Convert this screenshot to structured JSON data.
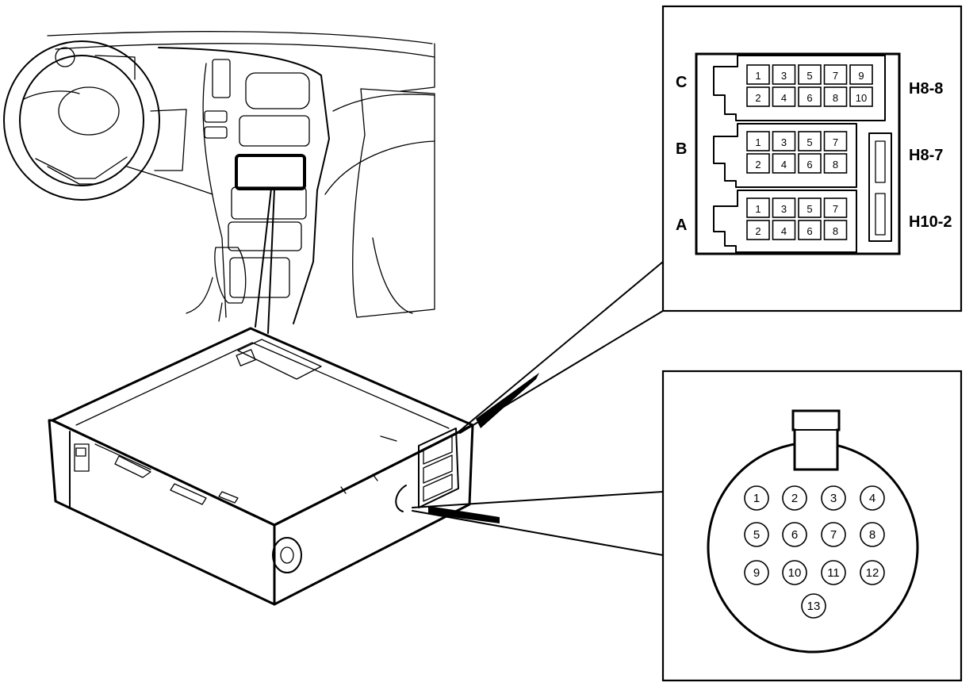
{
  "connector_panel": {
    "rows": [
      {
        "letter": "C",
        "code": "H8-8",
        "top_pins": [
          "1",
          "3",
          "5",
          "7",
          "9"
        ],
        "bottom_pins": [
          "2",
          "4",
          "6",
          "8",
          "10"
        ]
      },
      {
        "letter": "B",
        "code": "H8-7",
        "top_pins": [
          "1",
          "3",
          "5",
          "7"
        ],
        "bottom_pins": [
          "2",
          "4",
          "6",
          "8"
        ]
      },
      {
        "letter": "A",
        "code": "H10-2",
        "top_pins": [
          "1",
          "3",
          "5",
          "7"
        ],
        "bottom_pins": [
          "2",
          "4",
          "6",
          "8"
        ]
      }
    ]
  },
  "round_connector": {
    "pins": [
      "1",
      "2",
      "3",
      "4",
      "5",
      "6",
      "7",
      "8",
      "9",
      "10",
      "11",
      "12",
      "13"
    ]
  },
  "colors": {
    "line": "#000000",
    "background": "#ffffff"
  }
}
